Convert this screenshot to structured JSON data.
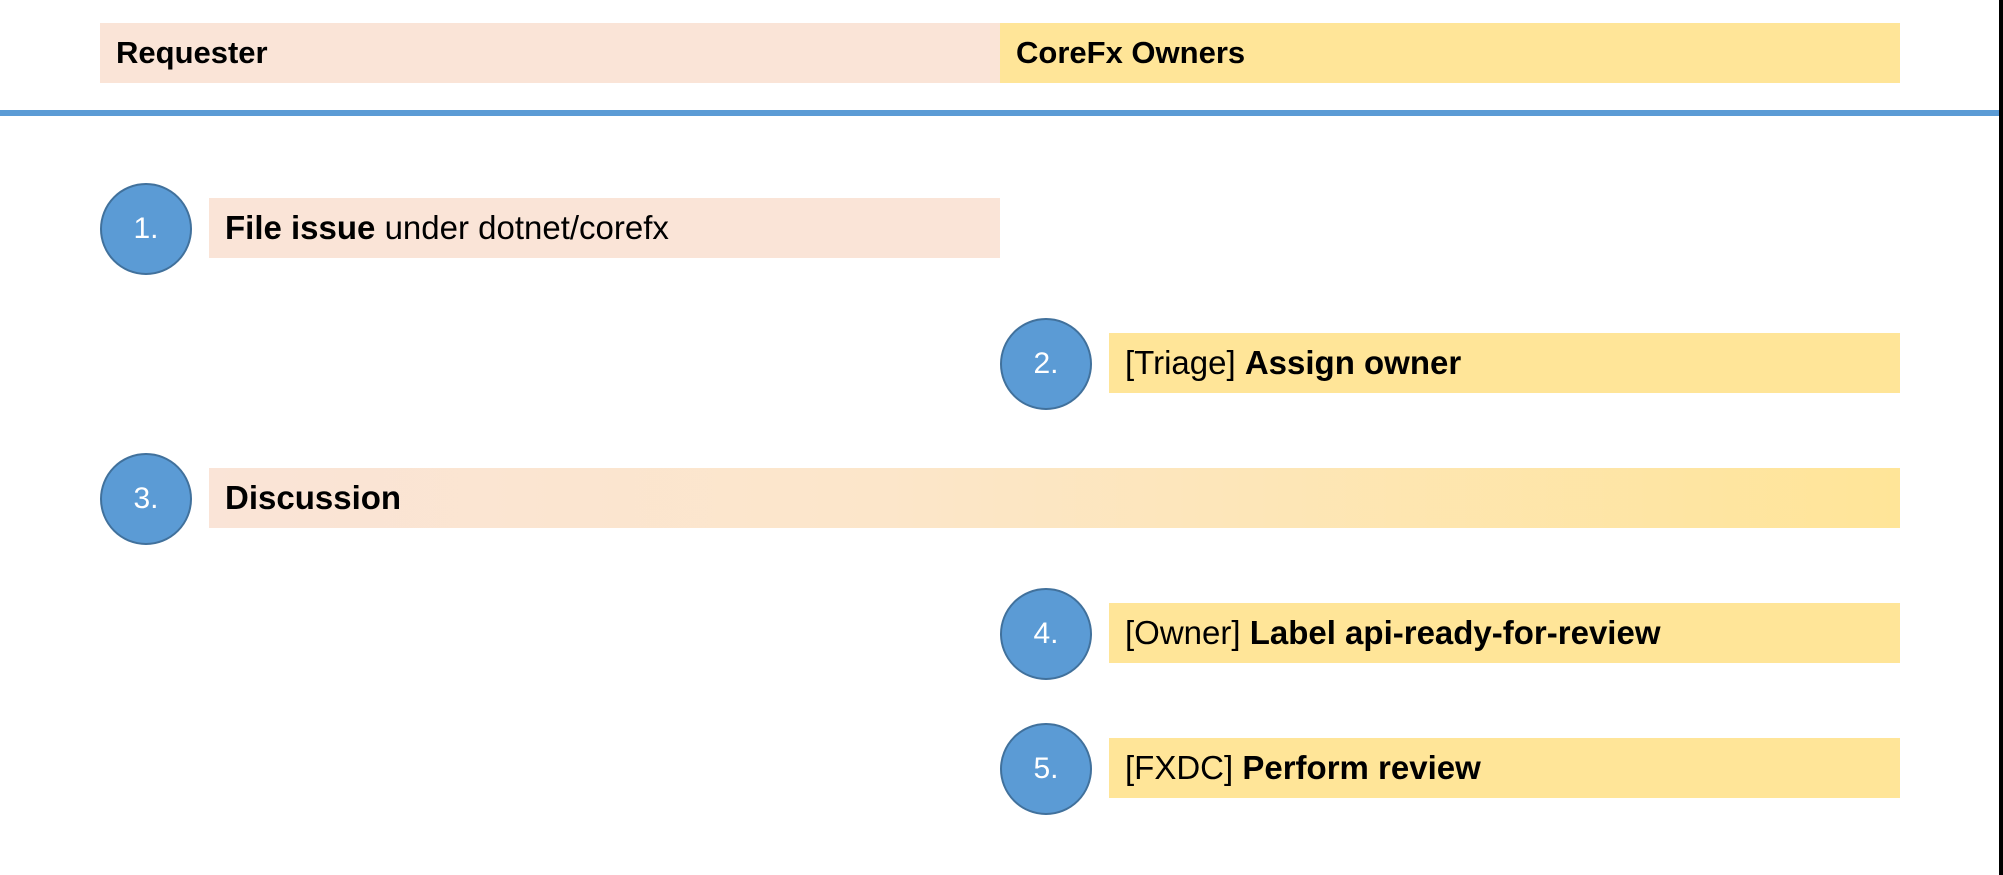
{
  "lanes": {
    "requester": "Requester",
    "owners": "CoreFx Owners"
  },
  "steps": [
    {
      "number": "1.",
      "prefix": "",
      "bold": "File issue",
      "suffix": " under dotnet/corefx",
      "lane": "requester"
    },
    {
      "number": "2.",
      "prefix": "[Triage] ",
      "bold": "Assign owner",
      "suffix": "",
      "lane": "owners"
    },
    {
      "number": "3.",
      "prefix": "",
      "bold": "Discussion",
      "suffix": "",
      "lane": "both"
    },
    {
      "number": "4.",
      "prefix": "[Owner] ",
      "bold": "Label api-ready-for-review",
      "suffix": "",
      "lane": "owners"
    },
    {
      "number": "5.",
      "prefix": "[FXDC] ",
      "bold": "Perform review",
      "suffix": "",
      "lane": "owners"
    }
  ],
  "colors": {
    "requester_fill": "#FAE4D7",
    "owners_fill": "#FFE598",
    "circle_fill": "#5B9BD5",
    "circle_border": "#41719C",
    "rule": "#5B9BD5"
  }
}
